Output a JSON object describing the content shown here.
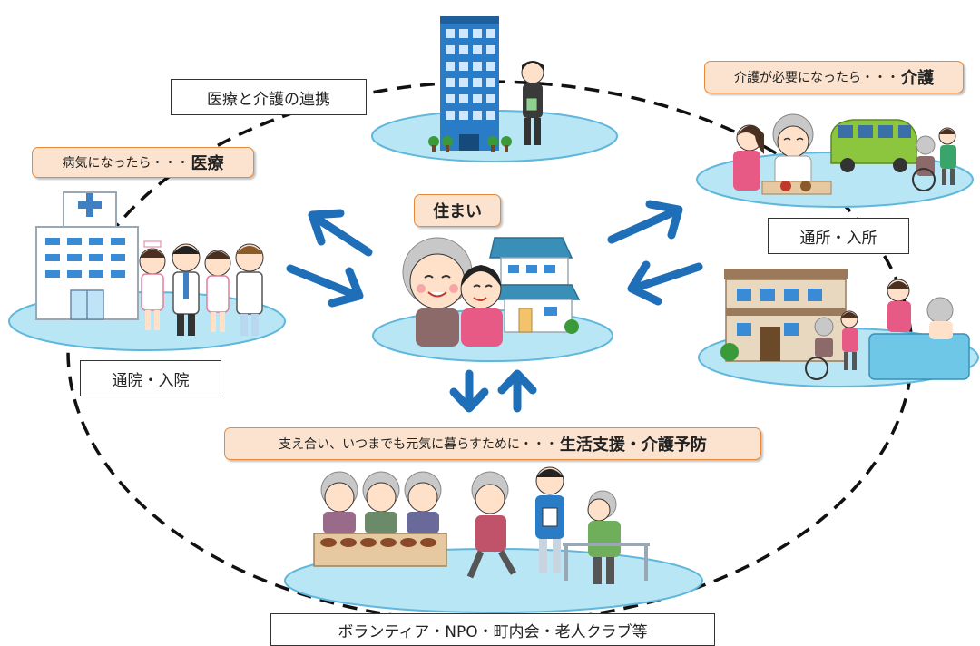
{
  "labels": {
    "renkei": "医療と介護の連携",
    "byouki_prefix": "病気になったら・・・",
    "byouki_main": "医療",
    "kaigo_prefix": "介護が必要になったら・・・",
    "kaigo_main": "介護",
    "sumai": "住まい",
    "tsusho": "通所・入所",
    "tsuin": "通院・入院",
    "seikatsu_prefix": "支え合い、いつまでも元気に暮らすために・・・",
    "seikatsu_main": "生活支援・介護予防",
    "volunteer": "ボランティア・NPO・町内会・老人クラブ等"
  },
  "colors": {
    "arrow": "#1f6fb8",
    "ellipse_fill": "#b9e6f4",
    "ellipse_stroke": "#5fb7dc",
    "tag_fill": "#fbe3cf",
    "tag_border": "#e88a3c"
  },
  "icons": [
    "office-building-icon",
    "office-worker-icon",
    "hospital-icon",
    "doctor-nurse-group-icon",
    "caregiver-elder-icon",
    "care-van-icon",
    "wheelchair-user-icon",
    "grandmother-caregiver-icon",
    "house-icon",
    "care-facility-icon",
    "bathing-assist-icon",
    "elders-dining-icon",
    "elder-walking-icon",
    "trainer-icon",
    "parallel-bars-elder-icon"
  ]
}
